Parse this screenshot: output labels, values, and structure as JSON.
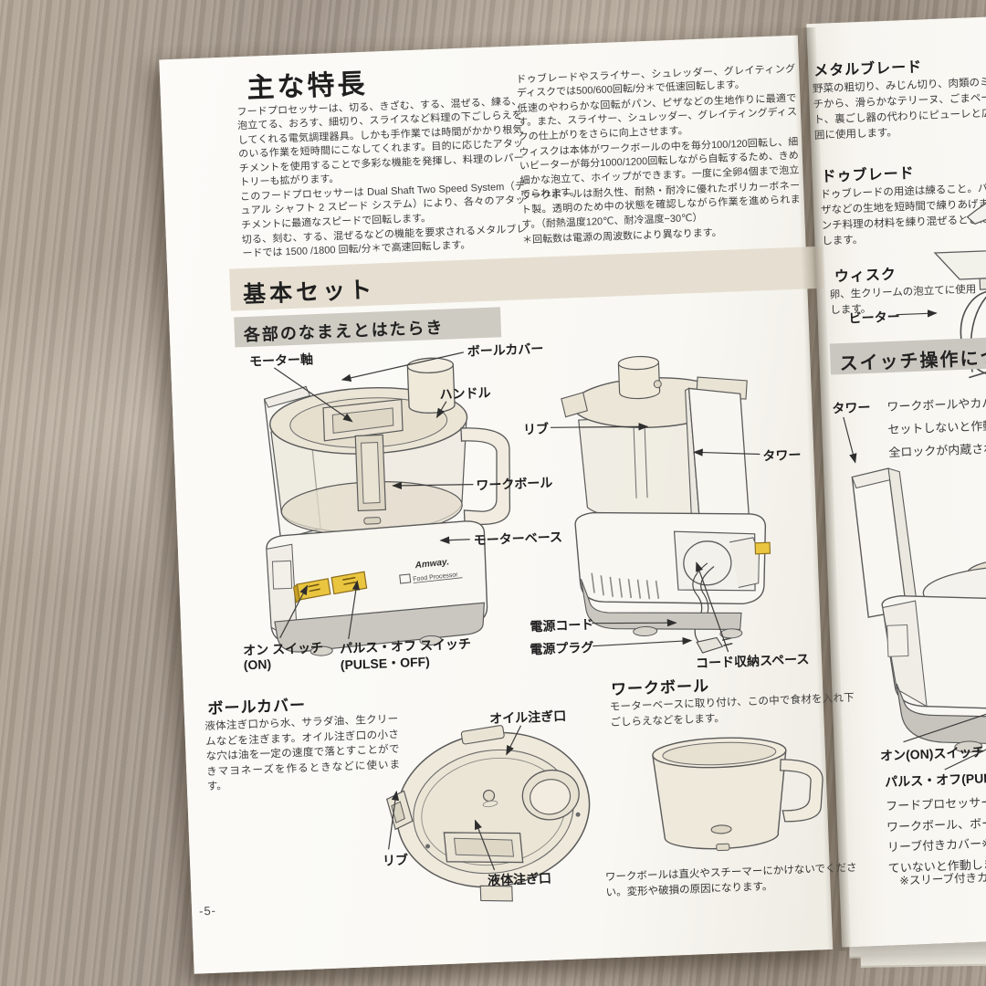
{
  "left_page": {
    "page_number": "-5-",
    "features": {
      "title": "主な特長",
      "p1": "フードプロセッサーは、切る、きざむ、する、混ぜる、練る、泡立てる、おろす、細切り、スライスなど料理の下ごしらえをしてくれる電気調理器具。しかも手作業では時間がかかり根気のいる作業を短時間にこなしてくれます。目的に応じたアタッチメントを使用することで多彩な機能を発揮し、料理のレパートリーも拡がります。",
      "p2": "このフードプロセッサーは Dual Shaft Two Speed System（デュアル シャフト 2 スピード システム）により、各々のアタッチメントに最適なスピードで回転します。",
      "p3": "切る、刻む、する、混ぜるなどの機能を要求されるメタルブレードでは 1500 /1800 回転/分＊で高速回転します。",
      "c2p1": "ドゥブレードやスライサー、シュレッダー、グレイティングディスクでは500/600回転/分＊で低速回転します。",
      "c2p2": "低速のやわらかな回転がパン、ピザなどの生地作りに最適です。また、スライサー、シュレッダー、グレイティングディスクの仕上がりをさらに向上させます。",
      "c2p3": "ウィスクは本体がワークボールの中を毎分100/120回転し、細いビーターが毎分1000/1200回転しながら自転するため、きめ細かな泡立て、ホイップができます。一度に全卵4個まで泡立てられます。",
      "c2p4": "ワークボールは耐久性、耐熱・耐冷に優れたポリカーボネート製。透明のため中の状態を確認しながら作業を進められます。（耐熱温度120℃、耐冷温度−30℃）",
      "c2note": "＊回転数は電源の周波数により異なります。"
    },
    "basic_set_title": "基本セット",
    "parts_title": "各部のなまえとはたらき",
    "labels": {
      "motor_shaft": "モーター軸",
      "bowl_cover": "ボールカバー",
      "handle": "ハンドル",
      "rib": "リブ",
      "work_bowl": "ワークボール",
      "motor_base": "モーターベース",
      "tower": "タワー",
      "power_cord": "電源コード",
      "power_plug": "電源プラグ",
      "cord_storage": "コード収納スペース",
      "on_switch": "オン スイッチ",
      "on_switch_sub": "(ON)",
      "pulse_switch": "パルス・オフ スイッチ",
      "pulse_switch_sub": "(PULSE・OFF)",
      "oil_spout": "オイル注ぎ口",
      "lid_rib": "リブ",
      "liquid_spout": "液体注ぎ口"
    },
    "bowl_cover_sec": {
      "title": "ボールカバー",
      "body": "液体注ぎ口から水、サラダ油、生クリームなどを注ぎます。オイル注ぎ口の小さな穴は油を一定の速度で落とすことができマヨネーズを作るときなどに使います。"
    },
    "work_bowl_sec": {
      "title": "ワークボール",
      "body": "モーターベースに取り付け、この中で食材を入れ下ごしらえなどをします。",
      "note": "ワークボールは直火やスチーマーにかけないでください。変形や破損の原因になります。"
    }
  },
  "right_page": {
    "metal_blade": {
      "title": "メタルブレード",
      "body": "野菜の粗切り、みじん切り、肉類のミンチから、滑らかなテリーヌ、ごまペースト、裏ごし器の代わりにピューレと広範囲に使用します。"
    },
    "dough_blade": {
      "title": "ドゥブレード",
      "body": "ドゥブレードの用途は練ること。パン、ピザなどの生地を短時間で練りあげます。ミンチ料理の材料を練り混ぜるときにも使用します。"
    },
    "whisk": {
      "title": "ウィスク",
      "body": "卵、生クリームの泡立てに使用します。"
    },
    "beater_label": "ビーター",
    "switch_sec_title": "スイッチ操作について",
    "tower_label": "タワー",
    "tower_lines": [
      "ワークボールやカバーを",
      "セットしないと作動し",
      "全ロックが内蔵されて"
    ],
    "on_switch": "オン(ON)スイッチ",
    "pulse_switch": "パルス・オフ(PULSE",
    "body_lines": [
      "フードプロセッサーは",
      "ワークボール、ボール",
      "リーブ付きカバー※)",
      "ていないと作動しま"
    ],
    "footnote": "※スリーブ付きカバー"
  },
  "device": {
    "brand": "Amway.",
    "product": "Food Processor"
  },
  "colors": {
    "band_beige": "#e6dfd1",
    "band_gray": "#cecbc3",
    "switch_yellow": "#eac53f",
    "page": "#fbfaf6",
    "wood": "#a89c8e"
  }
}
